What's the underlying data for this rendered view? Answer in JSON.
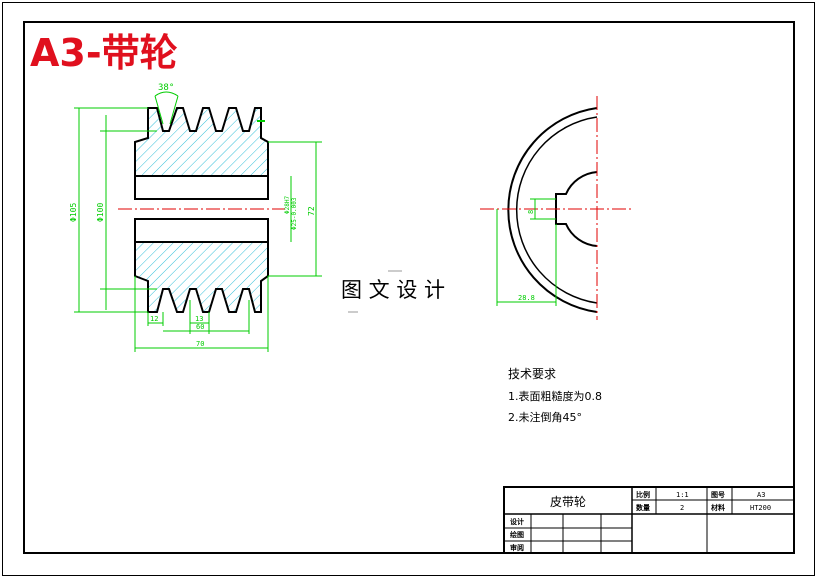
{
  "header": {
    "title": "A3-带轮"
  },
  "watermark": {
    "text": "图 文 设 计"
  },
  "section_view": {
    "angle_label": "38°",
    "dim_outer": "Φ105",
    "dim_inner": "Φ100",
    "dim_bore_upper": "Φ28H7",
    "dim_bore_lower": "Φ25-0.003",
    "dim_height": "72",
    "dim_12": "12",
    "dim_13": "13",
    "dim_60": "60",
    "dim_70": "70"
  },
  "side_view": {
    "dim_keyway": "8",
    "dim_28_8": "28.8"
  },
  "tech_req": {
    "title": "技术要求",
    "items": [
      "1.表面粗糙度为0.8",
      "2.未注倒角45°"
    ]
  },
  "title_block": {
    "part_name": "皮带轮",
    "scale_label": "比例",
    "scale_value": "1:1",
    "drawing_no_label": "图号",
    "drawing_no_value": "A3",
    "qty_label": "数量",
    "qty_value": "2",
    "material_label": "材料",
    "material_value": "HT200",
    "design_label": "设计",
    "draw_label": "绘图",
    "review_label": "审阅"
  },
  "colors": {
    "title": "#e0101e",
    "outline": "#000000",
    "dimension": "#00cc00",
    "centerline": "#e00000",
    "hatch": "#00b0d0",
    "hidden": "#d0d0d0"
  }
}
